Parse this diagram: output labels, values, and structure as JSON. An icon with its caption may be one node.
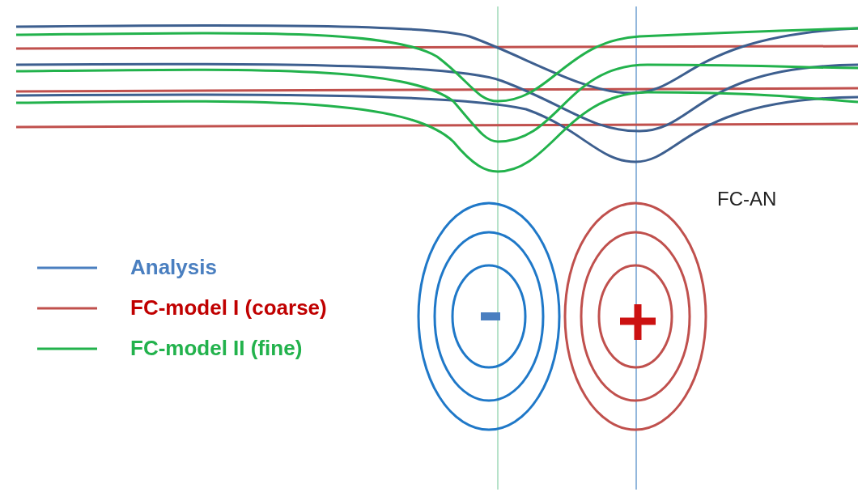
{
  "diagram": {
    "labels": [
      "FC-AN"
    ],
    "legend": [
      {
        "text": "Analysis"
      },
      {
        "text": "FC-model I (coarse)"
      },
      {
        "text": "FC-model II (fine)"
      }
    ]
  }
}
